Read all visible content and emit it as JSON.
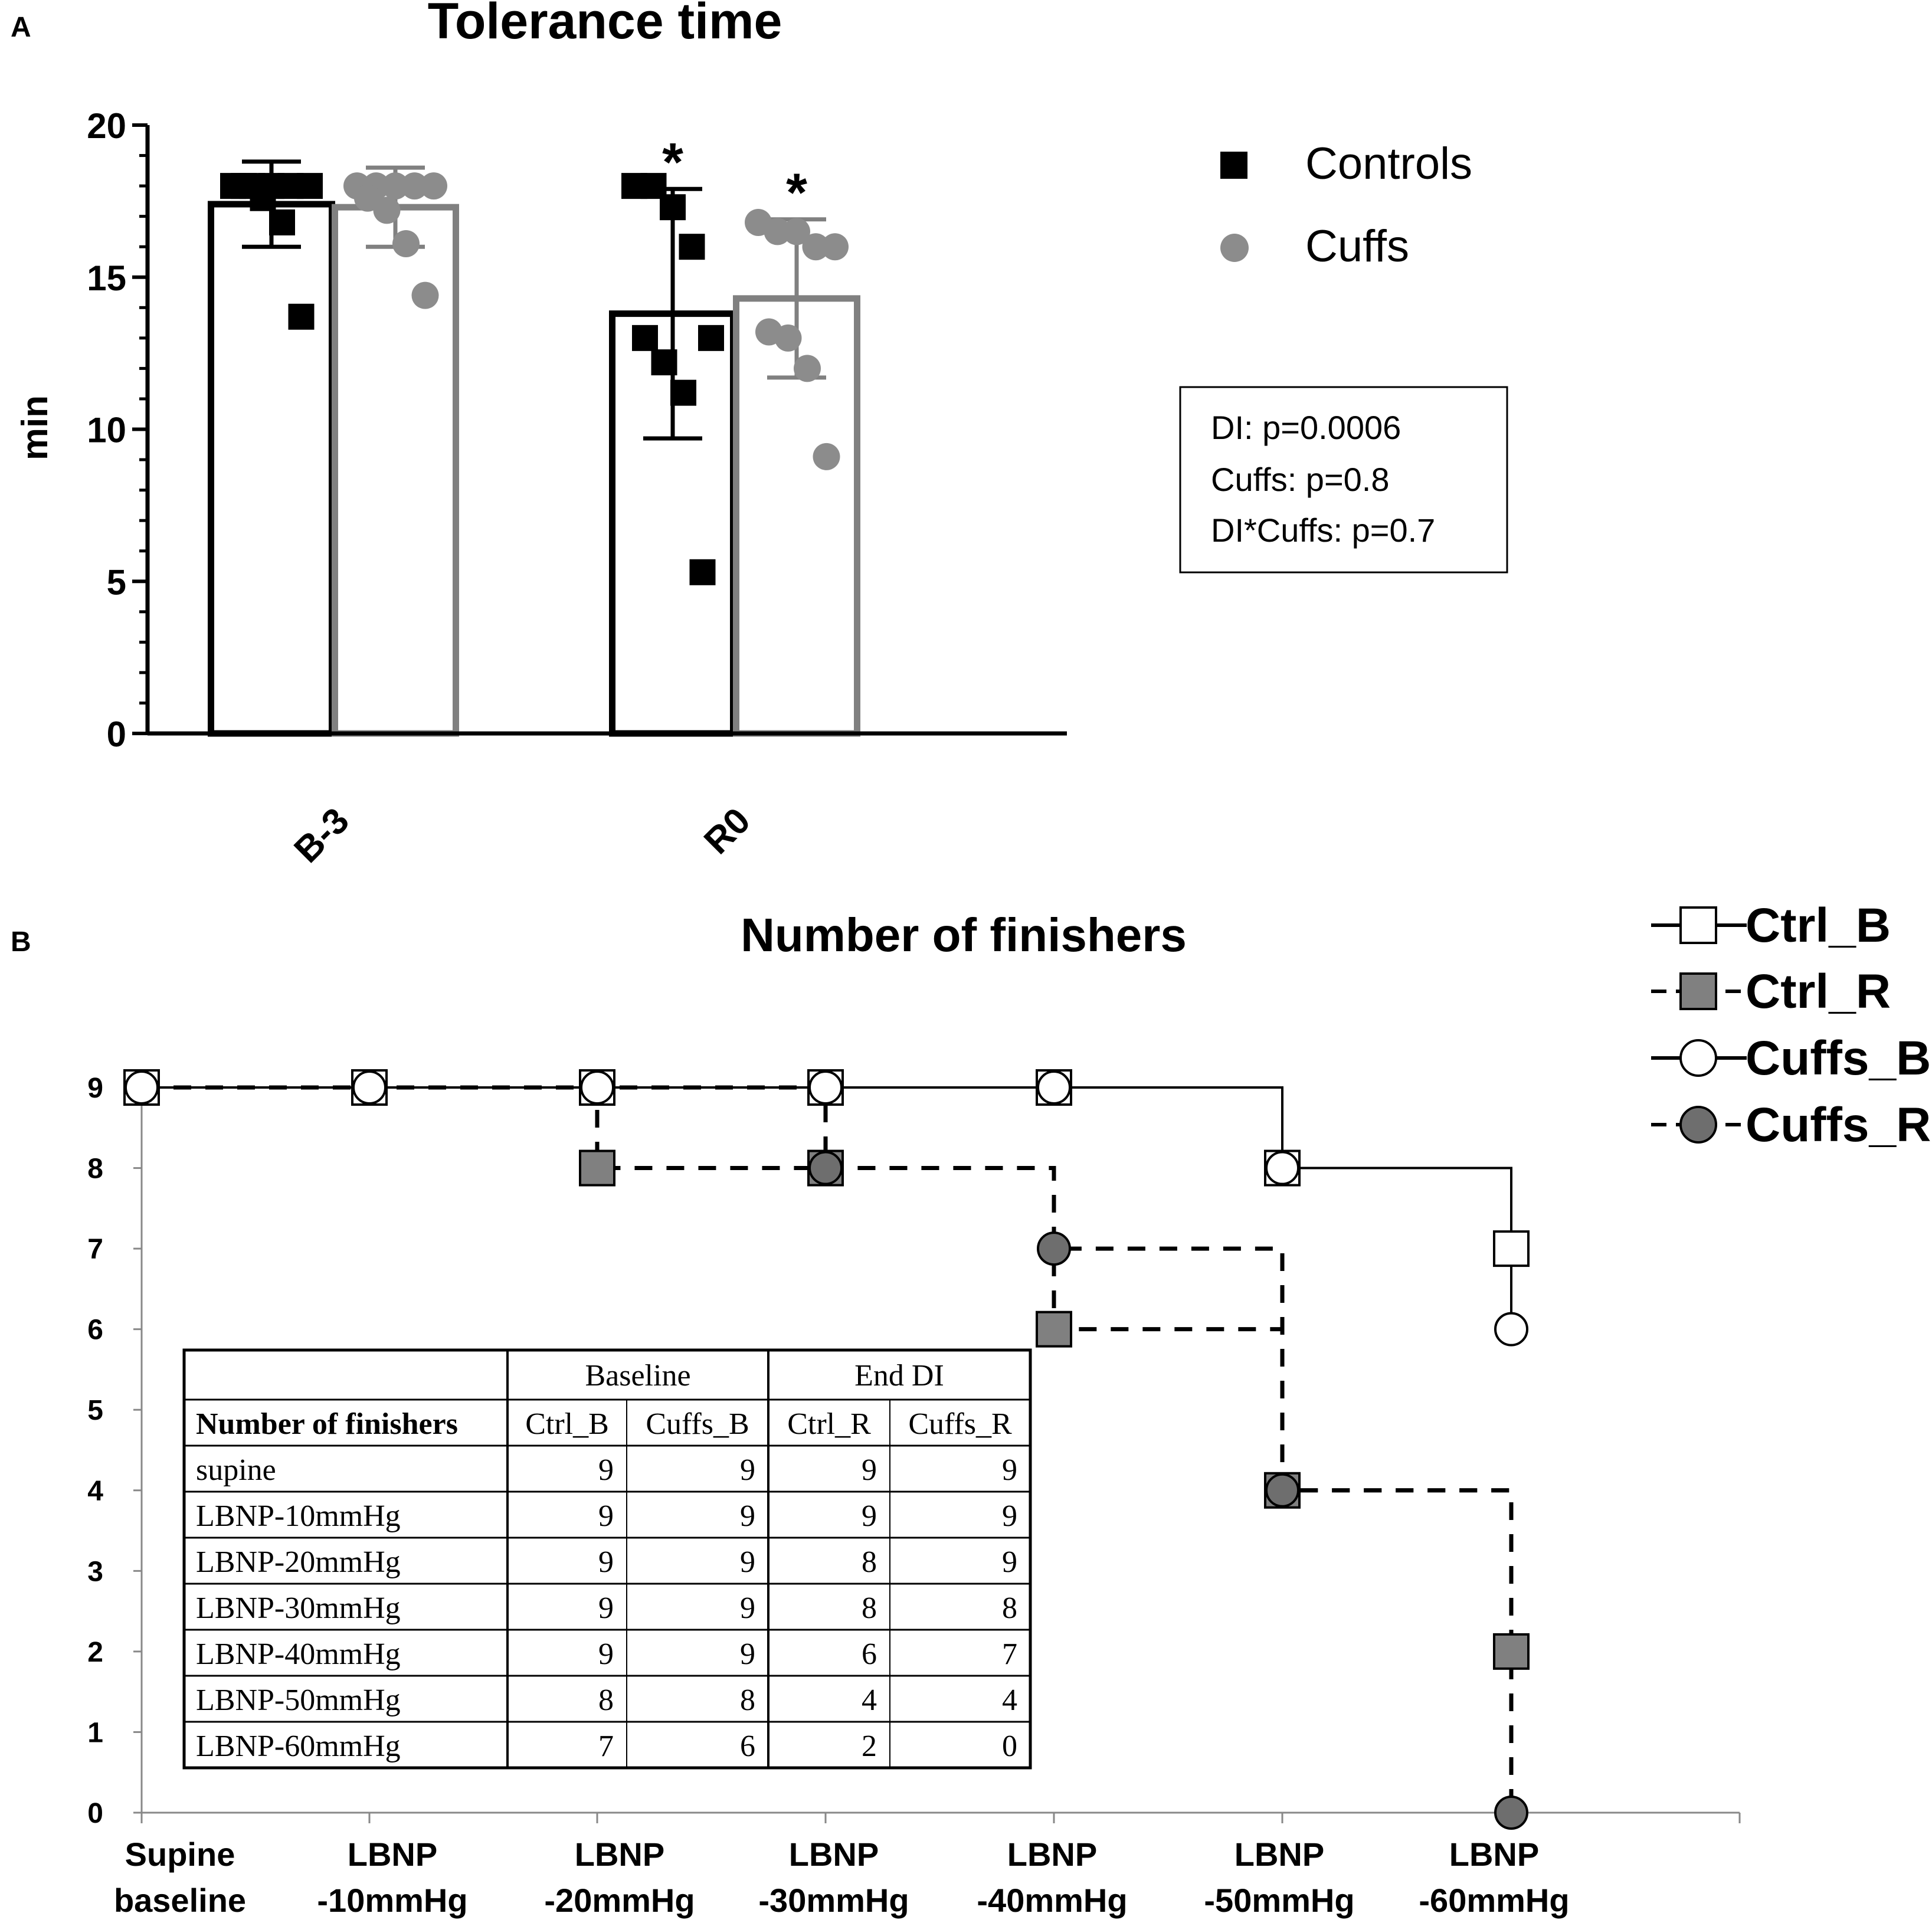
{
  "panel_a": {
    "label": "A",
    "stats_box": [
      "DI: p=0.0006",
      "Cuffs: p=0.8",
      "DI*Cuffs: p=0.7"
    ]
  },
  "panel_b": {
    "label": "B",
    "table": {
      "group_headers": [
        "Baseline",
        "End DI"
      ],
      "corner_header": "Number of finishers",
      "column_headers": [
        "Ctrl_B",
        "Cuffs_B",
        "Ctrl_R",
        "Cuffs_R"
      ],
      "rows": [
        {
          "label": "supine",
          "values": [
            9,
            9,
            9,
            9
          ]
        },
        {
          "label": "LBNP-10mmHg",
          "values": [
            9,
            9,
            9,
            9
          ]
        },
        {
          "label": "LBNP-20mmHg",
          "values": [
            9,
            9,
            8,
            9
          ]
        },
        {
          "label": "LBNP-30mmHg",
          "values": [
            9,
            9,
            8,
            8
          ]
        },
        {
          "label": "LBNP-40mmHg",
          "values": [
            9,
            9,
            6,
            7
          ]
        },
        {
          "label": "LBNP-50mmHg",
          "values": [
            8,
            8,
            4,
            4
          ]
        },
        {
          "label": "LBNP-60mmHg",
          "values": [
            7,
            6,
            2,
            0
          ]
        }
      ]
    }
  },
  "chart_data": [
    {
      "type": "bar",
      "title": "Tolerance time",
      "ylabel": "min",
      "xlabel": "",
      "ylim": [
        0,
        20
      ],
      "yticks": [
        0,
        5,
        10,
        15,
        20
      ],
      "categories": [
        "B-3",
        "R0"
      ],
      "legend_position": "right",
      "colors": {
        "Controls": "#000000",
        "Cuffs": "#808080"
      },
      "series": [
        {
          "name": "Controls",
          "means": [
            17.4,
            13.8
          ],
          "sd": [
            1.4,
            4.1
          ],
          "points": [
            [
              18.0,
              18.0,
              18.0,
              18.0,
              18.0,
              18.0,
              17.6,
              16.8,
              13.7
            ],
            [
              18.0,
              18.0,
              17.3,
              16.0,
              13.0,
              13.0,
              12.2,
              11.2,
              5.3
            ]
          ]
        },
        {
          "name": "Cuffs",
          "means": [
            17.3,
            14.3
          ],
          "sd": [
            1.3,
            2.6
          ],
          "points": [
            [
              18.0,
              18.0,
              18.0,
              18.0,
              18.0,
              17.6,
              17.2,
              16.1,
              14.4
            ],
            [
              16.8,
              16.5,
              16.5,
              16.0,
              16.0,
              13.2,
              13.0,
              12.0,
              9.1
            ]
          ]
        }
      ],
      "annotations": [
        {
          "category": "R0",
          "series": "Controls",
          "text": "*"
        },
        {
          "category": "R0",
          "series": "Cuffs",
          "text": "*"
        }
      ]
    },
    {
      "type": "line",
      "title": "Number of finishers",
      "xlabel": "",
      "ylabel": "",
      "ylim": [
        0,
        9
      ],
      "yticks": [
        0,
        1,
        2,
        3,
        4,
        5,
        6,
        7,
        8,
        9
      ],
      "x": [
        [
          "Supine",
          "baseline"
        ],
        [
          "LBNP",
          "-10mmHg"
        ],
        [
          "LBNP",
          "-20mmHg"
        ],
        [
          "LBNP",
          "-30mmHg"
        ],
        [
          "LBNP",
          "-40mmHg"
        ],
        [
          "LBNP",
          "-50mmHg"
        ],
        [
          "LBNP",
          "-60mmHg"
        ]
      ],
      "legend_position": "top-right",
      "series": [
        {
          "name": "Ctrl_B",
          "values": [
            9,
            9,
            9,
            9,
            9,
            8,
            7
          ],
          "marker": "square",
          "fill": "#ffffff",
          "line": "solid"
        },
        {
          "name": "Ctrl_R",
          "values": [
            9,
            9,
            8,
            8,
            6,
            4,
            2
          ],
          "marker": "square",
          "fill": "#808080",
          "line": "dashed"
        },
        {
          "name": "Cuffs_B",
          "values": [
            9,
            9,
            9,
            9,
            9,
            8,
            6
          ],
          "marker": "circle",
          "fill": "#ffffff",
          "line": "solid"
        },
        {
          "name": "Cuffs_R",
          "values": [
            9,
            9,
            9,
            8,
            7,
            4,
            0
          ],
          "marker": "circle",
          "fill": "#6e6e6e",
          "line": "dashed"
        }
      ]
    }
  ]
}
